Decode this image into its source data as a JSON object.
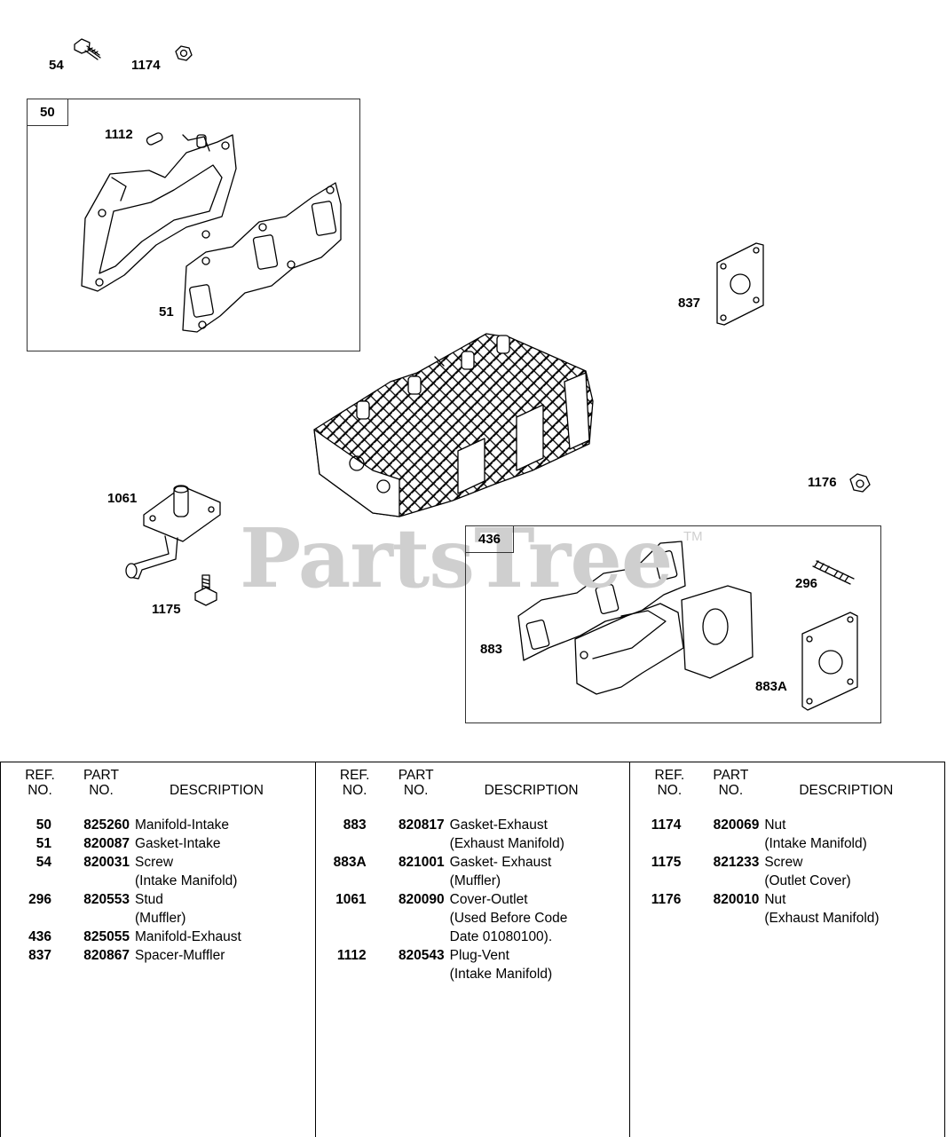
{
  "diagram": {
    "callouts": {
      "c54": "54",
      "c1174": "1174",
      "c1112": "1112",
      "c51": "51",
      "c837": "837",
      "c1061": "1061",
      "c1175": "1175",
      "c1176": "1176",
      "c296": "296",
      "c883": "883",
      "c883A": "883A"
    },
    "kits": {
      "k50": "50",
      "k436": "436"
    },
    "watermark": "PartsTree",
    "trademark": "TM"
  },
  "table": {
    "header": {
      "ref": "REF.\nNO.",
      "part": "PART\nNO.",
      "desc": "DESCRIPTION"
    },
    "columns": [
      [
        {
          "ref": "50",
          "part": "825260",
          "desc": "Manifold-Intake"
        },
        {
          "ref": "51",
          "part": "820087",
          "desc": "Gasket-Intake"
        },
        {
          "ref": "54",
          "part": "820031",
          "desc": "Screw\n(Intake Manifold)"
        },
        {
          "ref": "296",
          "part": "820553",
          "desc": "Stud\n(Muffler)"
        },
        {
          "ref": "436",
          "part": "825055",
          "desc": "Manifold-Exhaust"
        },
        {
          "ref": "837",
          "part": "820867",
          "desc": "Spacer-Muffler"
        }
      ],
      [
        {
          "ref": "883",
          "part": "820817",
          "desc": "Gasket-Exhaust\n(Exhaust Manifold)"
        },
        {
          "ref": "883A",
          "part": "821001",
          "desc": "Gasket- Exhaust\n(Muffler)"
        },
        {
          "ref": "1061",
          "part": "820090",
          "desc": "Cover-Outlet\n(Used Before Code\nDate 01080100)."
        },
        {
          "ref": "1112",
          "part": "820543",
          "desc": "Plug-Vent\n(Intake Manifold)"
        }
      ],
      [
        {
          "ref": "1174",
          "part": "820069",
          "desc": "Nut\n(Intake Manifold)"
        },
        {
          "ref": "1175",
          "part": "821233",
          "desc": "Screw\n(Outlet Cover)"
        },
        {
          "ref": "1176",
          "part": "820010",
          "desc": "Nut\n(Exhaust Manifold)"
        }
      ]
    ]
  }
}
